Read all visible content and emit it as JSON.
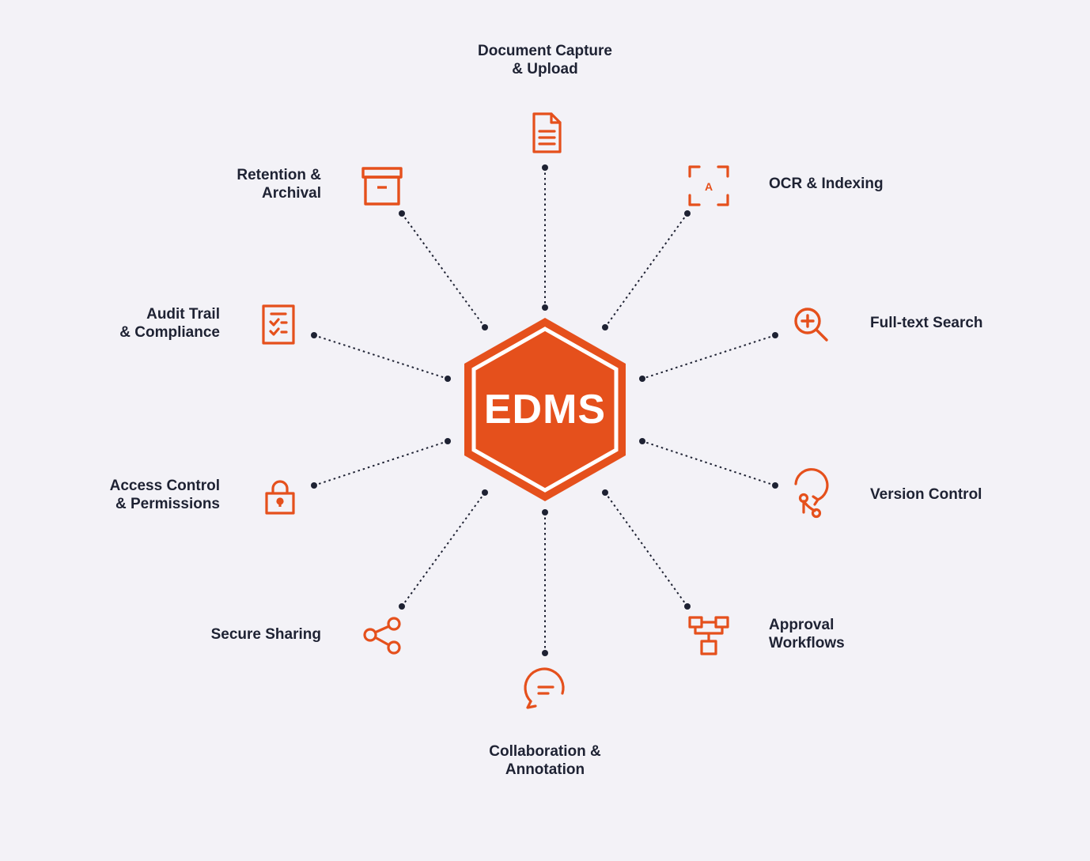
{
  "hub": {
    "label": "EDMS"
  },
  "colors": {
    "accent": "#e5501c",
    "text": "#1e2233",
    "background": "#f3f2f7",
    "connector": "#1e2233"
  },
  "features": [
    {
      "id": "capture",
      "icon": "document-icon",
      "lines": [
        "Document Capture",
        "& Upload"
      ]
    },
    {
      "id": "ocr",
      "icon": "ocr-scan-icon",
      "lines": [
        "OCR & Indexing"
      ]
    },
    {
      "id": "search",
      "icon": "magnify-plus-icon",
      "lines": [
        "Full-text Search"
      ]
    },
    {
      "id": "version",
      "icon": "version-history-icon",
      "lines": [
        "Version Control"
      ]
    },
    {
      "id": "approval",
      "icon": "workflow-icon",
      "lines": [
        "Approval",
        "Workflows"
      ]
    },
    {
      "id": "collab",
      "icon": "comment-icon",
      "lines": [
        "Collaboration &",
        "Annotation"
      ]
    },
    {
      "id": "sharing",
      "icon": "share-icon",
      "lines": [
        "Secure Sharing"
      ]
    },
    {
      "id": "access",
      "icon": "lock-icon",
      "lines": [
        "Access Control",
        "& Permissions"
      ]
    },
    {
      "id": "audit",
      "icon": "checklist-icon",
      "lines": [
        "Audit Trail",
        "& Compliance"
      ]
    },
    {
      "id": "retention",
      "icon": "archive-box-icon",
      "lines": [
        "Retention &",
        "Archival"
      ]
    }
  ]
}
